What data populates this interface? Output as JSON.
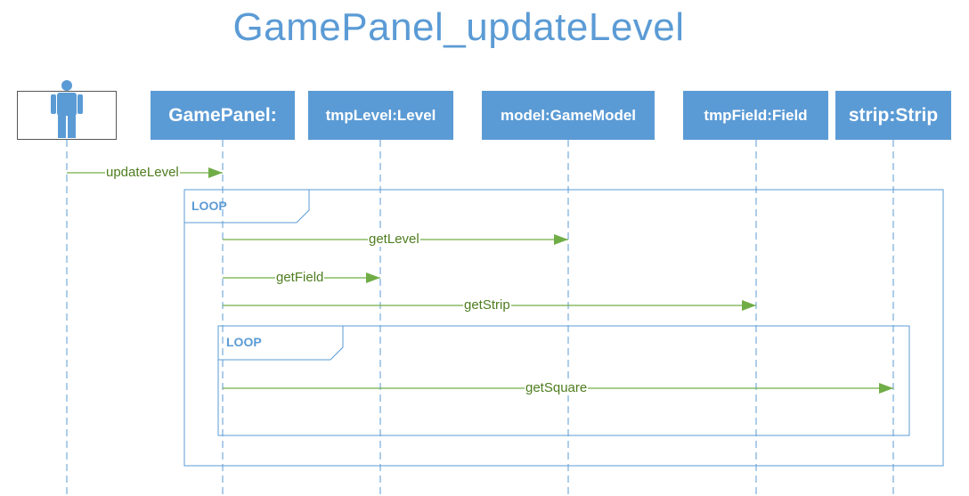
{
  "diagram": {
    "title": "GamePanel_updateLevel",
    "lifelines": [
      {
        "id": "actor",
        "label": "",
        "kind": "actor"
      },
      {
        "id": "gamepanel",
        "label": "GamePanel:"
      },
      {
        "id": "tmplevel",
        "label": "tmpLevel:Level"
      },
      {
        "id": "model",
        "label": "model:GameModel"
      },
      {
        "id": "tmpfield",
        "label": "tmpField:Field"
      },
      {
        "id": "strip",
        "label": "strip:Strip"
      }
    ],
    "messages": [
      {
        "label": "updateLevel",
        "from": "actor",
        "to": "gamepanel"
      },
      {
        "label": "getLevel",
        "from": "gamepanel",
        "to": "model"
      },
      {
        "label": "getField",
        "from": "gamepanel",
        "to": "tmplevel"
      },
      {
        "label": "getStrip",
        "from": "gamepanel",
        "to": "tmpfield"
      },
      {
        "label": "getSquare",
        "from": "gamepanel",
        "to": "strip"
      }
    ],
    "fragments": [
      {
        "label": "LOOP"
      },
      {
        "label": "LOOP"
      }
    ],
    "colors": {
      "lifeline_fill": "#5b9bd5",
      "message": "#70ad47",
      "message_text": "#4e7d1f",
      "frame": "#5b9bd5"
    }
  }
}
